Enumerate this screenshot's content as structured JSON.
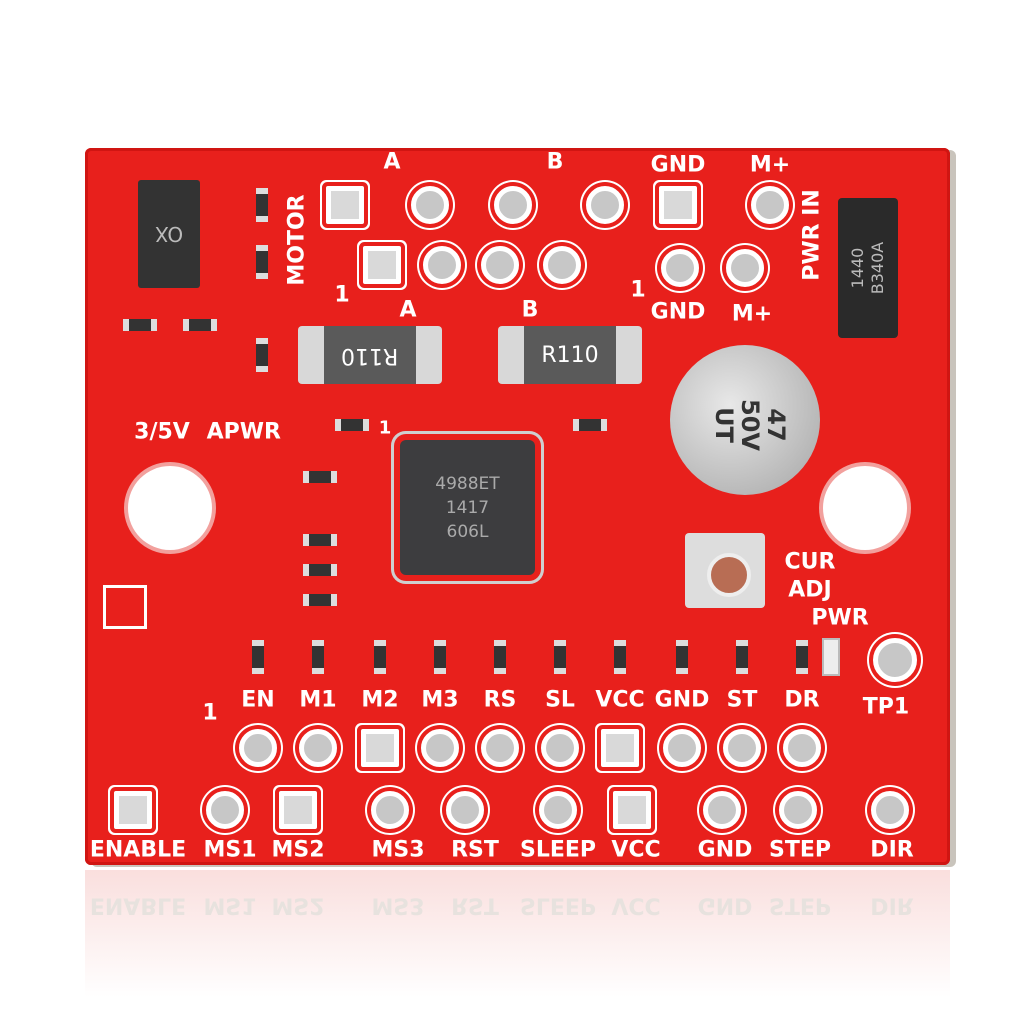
{
  "board_color": "#e8201c",
  "silkscreen": {
    "motor": "MOTOR",
    "a_top": "A",
    "b_top": "B",
    "gnd_top": "GND",
    "mplus_top": "M+",
    "pwr_in": "PWR IN",
    "pin1_left": "1",
    "pin1_right": "1",
    "a_bottom": "A",
    "b_bottom": "B",
    "gnd_mid": "GND",
    "mplus_mid": "M+",
    "jumper_35v": "3/5V",
    "jumper_apwr": "APWR",
    "pin1_chip": "1",
    "cur": "CUR",
    "adj": "ADJ",
    "pwr_led": "PWR",
    "tp1": "TP1",
    "pin1_header": "1"
  },
  "resistors": [
    "R110",
    "R110"
  ],
  "chip": {
    "line1": "4988ET",
    "line2": "1417",
    "line3": "606L"
  },
  "capacitor": {
    "line1": "47",
    "line2": "50V",
    "line3": "UT"
  },
  "diode": {
    "line1": "1440",
    "line2": "B340A"
  },
  "regulator": "OX",
  "header_labels": [
    "EN",
    "M1",
    "M2",
    "M3",
    "RS",
    "SL",
    "VCC",
    "GND",
    "ST",
    "DR"
  ],
  "bottom_labels": [
    "ENABLE",
    "MS1",
    "MS2",
    "MS3",
    "RST",
    "SLEEP",
    "VCC",
    "GND",
    "STEP",
    "DIR"
  ]
}
